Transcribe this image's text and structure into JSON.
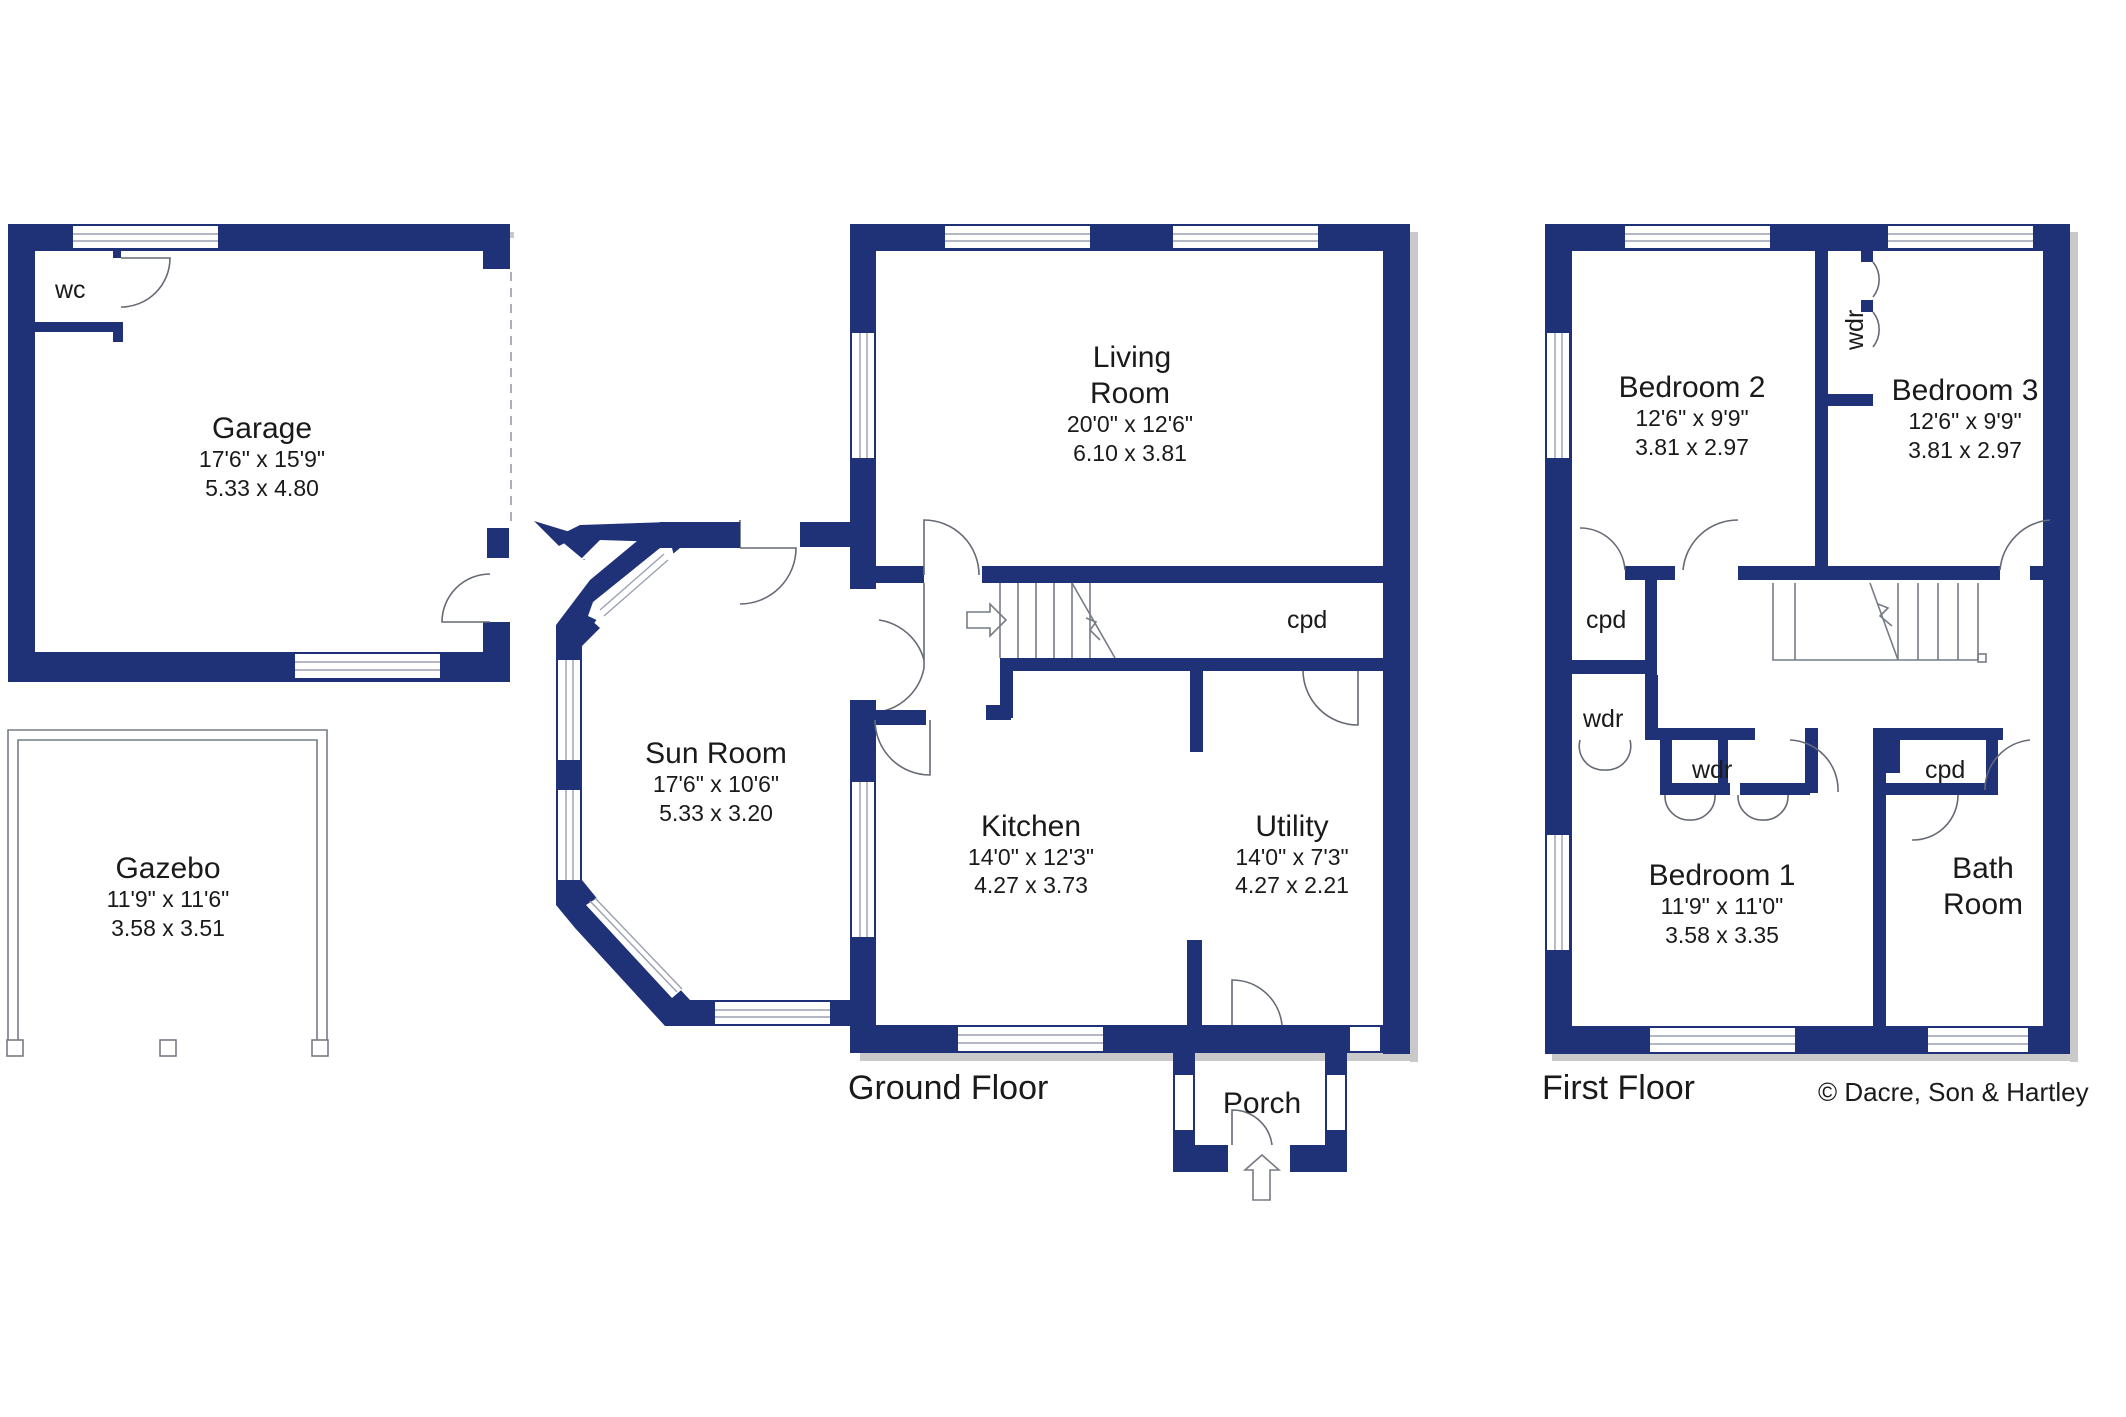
{
  "floors": {
    "ground": "Ground Floor",
    "first": "First Floor"
  },
  "copyright": "© Dacre, Son & Hartley",
  "rooms": {
    "garage": {
      "name": "Garage",
      "imperial": "17'6\"  x  15'9\"",
      "metric": "5.33  x  4.80"
    },
    "wc": {
      "name": "wc"
    },
    "gazebo": {
      "name": "Gazebo",
      "imperial": "11'9\"  x  11'6\"",
      "metric": "3.58  x  3.51"
    },
    "living": {
      "name1": "Living",
      "name2": "Room",
      "imperial": "20'0\"  x  12'6\"",
      "metric": "6.10  x  3.81"
    },
    "sun": {
      "name": "Sun Room",
      "imperial": "17'6\"  x  10'6\"",
      "metric": "5.33  x  3.20"
    },
    "kitchen": {
      "name": "Kitchen",
      "imperial": "14'0\"  x  12'3\"",
      "metric": "4.27  x  3.73"
    },
    "utility": {
      "name": "Utility",
      "imperial": "14'0\"  x  7'3\"",
      "metric": "4.27  x  2.21"
    },
    "porch": {
      "name": "Porch"
    },
    "cpd_ground": {
      "name": "cpd"
    },
    "bed2": {
      "name": "Bedroom 2",
      "imperial": "12'6\"  x  9'9\"",
      "metric": "3.81  x  2.97"
    },
    "bed3": {
      "name": "Bedroom 3",
      "imperial": "12'6\"  x  9'9\"",
      "metric": "3.81  x  2.97"
    },
    "bed1": {
      "name": "Bedroom 1",
      "imperial": "11'9\"  x  11'0\"",
      "metric": "3.58  x  3.35"
    },
    "bath": {
      "name1": "Bath",
      "name2": "Room"
    },
    "cpd_landing": {
      "name": "cpd"
    },
    "cpd_bath": {
      "name": "cpd"
    },
    "wdr_bed3": {
      "name": "wdr"
    },
    "wdr_landing": {
      "name": "wdr"
    },
    "wdr_bed1": {
      "name": "wdr"
    }
  },
  "colors": {
    "wall": "#1f3278",
    "background": "#ffffff"
  }
}
